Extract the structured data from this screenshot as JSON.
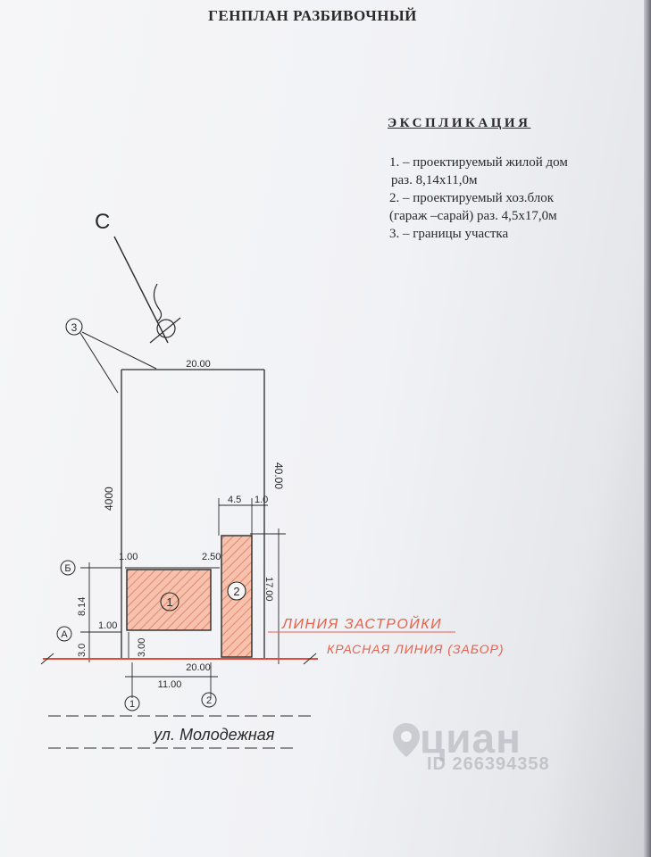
{
  "title": "ГЕНПЛАН РАЗБИВОЧНЫЙ",
  "explication": {
    "heading": "ЭКСПЛИКАЦИЯ",
    "lines": [
      "1. – проектируемый жилой дом",
      "раз. 8,14x11,0м",
      "2. – проектируемый хоз.блок",
      "(гараж –сарай) раз. 4,5x17,0м",
      "3. – границы участка"
    ]
  },
  "plan": {
    "north_label": "С",
    "dims": {
      "top_width": "20.00",
      "left_length": "4000",
      "right_length": "40.00",
      "block_width": "4.5",
      "block_gap": "1.0",
      "left_offset": "1.00",
      "gap_house_block": "2.50",
      "house_depth": "8.14",
      "offset_bottom": "1.00",
      "front_setback": "3.0",
      "house_setback": "3.00",
      "block_length": "17.00",
      "bottom_width": "20.00",
      "house_width": "11.00"
    },
    "markers": {
      "boundary": "3",
      "house": "1",
      "block": "2",
      "axis_a": "А",
      "axis_b": "Б",
      "axis_1": "1",
      "axis_2": "2"
    },
    "handwritten": {
      "build_line": "ЛИНИЯ ЗАСТРОЙКИ",
      "red_line": "КРАСНАЯ ЛИНИЯ (ЗАБОР)",
      "street": "ул. Молодежная"
    }
  },
  "watermark": {
    "brand": "циан",
    "id": "ID 266394358"
  },
  "colors": {
    "hatch": "#f08a6a",
    "handwriting": "#e8604a",
    "ink": "#2a2a2a"
  }
}
